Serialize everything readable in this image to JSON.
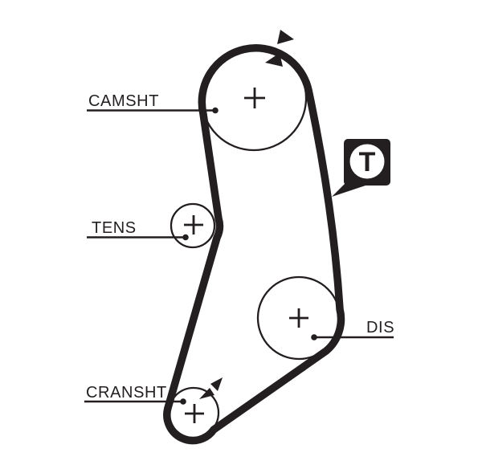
{
  "diagram": {
    "background_color": "#ffffff",
    "ink_color": "#231f20",
    "pulleys": {
      "camshaft": {
        "label": "CAMSHT"
      },
      "tensioner": {
        "label": "TENS"
      },
      "distributor": {
        "label": "DIS"
      },
      "crankshaft": {
        "label": "CRANSHT"
      }
    },
    "badge": {
      "letter": "T",
      "shape": "speech-bubble-square"
    },
    "markers": {
      "camshaft_timing_marks": "paired-triangle-arrows",
      "crankshaft_timing_marks": "paired-triangle-arrows"
    }
  }
}
